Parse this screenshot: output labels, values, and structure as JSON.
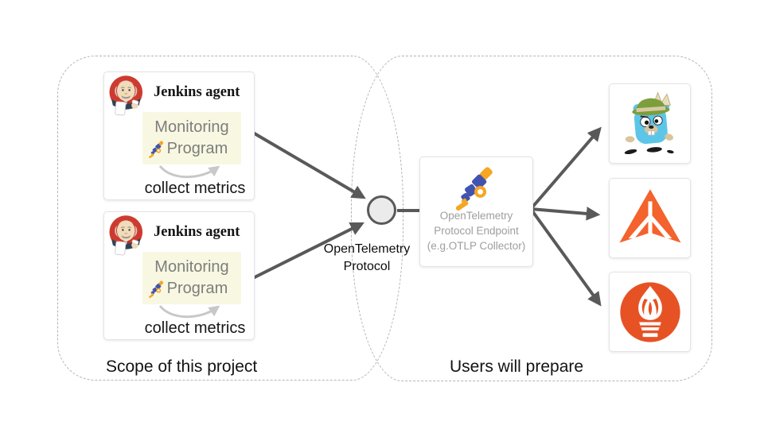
{
  "scope_group": {
    "label": "Scope of this project",
    "agents": [
      {
        "title": "Jenkins agent",
        "program_line1": "Monitoring",
        "program_line2": "Program",
        "caption": "collect metrics"
      },
      {
        "title": "Jenkins agent",
        "program_line1": "Monitoring",
        "program_line2": "Program",
        "caption": "collect metrics"
      }
    ]
  },
  "protocol_label": {
    "line1": "OpenTelemetry",
    "line2": "Protocol"
  },
  "users_group": {
    "label": "Users will prepare",
    "endpoint": {
      "icon": "opentelemetry-telescope-icon",
      "line1": "OpenTelemetry",
      "line2": "Protocol Endpoint",
      "line3": "(e.g.OTLP Collector)"
    },
    "backends": [
      {
        "icon": "jaeger-gopher-logo"
      },
      {
        "icon": "micrometer-logo"
      },
      {
        "icon": "prometheus-logo"
      }
    ]
  },
  "colors": {
    "arrow": "#595959",
    "dashed_border": "#b4b4b4",
    "program_box_bg": "#f8f8e2",
    "otel_blue": "#4253af",
    "otel_orange": "#f5a623",
    "jaeger_blue": "#5cc6e8",
    "micrometer_orange": "#f4622d",
    "prometheus_orange": "#e75225",
    "jenkins_red": "#cf3a2f"
  }
}
